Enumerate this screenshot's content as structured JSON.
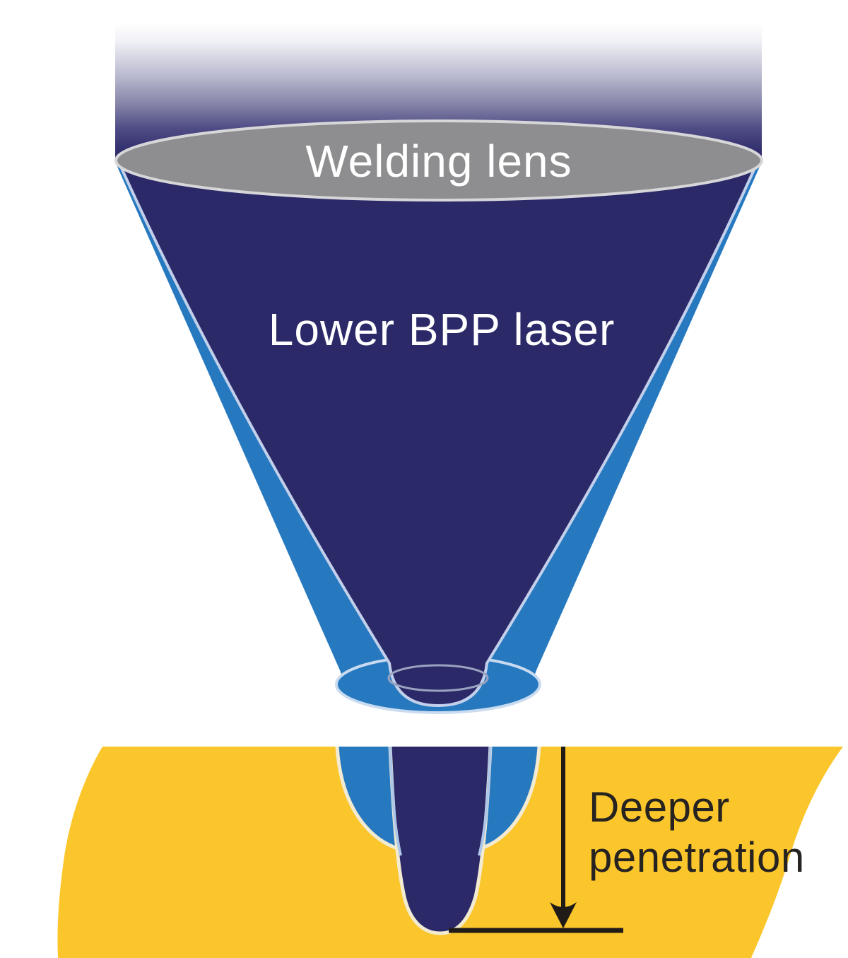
{
  "labels": {
    "lens": "Welding lens",
    "beam": "Lower BPP laser",
    "penetration_line1": "Deeper",
    "penetration_line2": "penetration"
  },
  "colors": {
    "background": "#ffffff",
    "navy": "#2b2968",
    "blue": "#2779bf",
    "yellow": "#fbc62b",
    "lens_gray": "#8e8e90",
    "lens_border": "#d7d7d9",
    "cone_edge_light": "#c3d0ec",
    "bowl_rim_light": "#c9dbf0",
    "exit_rim_gray": "#9aa3bf",
    "outline_cream": "#f2ebd2",
    "outline_light_blue": "#aec7e8",
    "label_light": "#ffffff",
    "label_dark": "#262321",
    "arrow_black": "#201b17"
  }
}
